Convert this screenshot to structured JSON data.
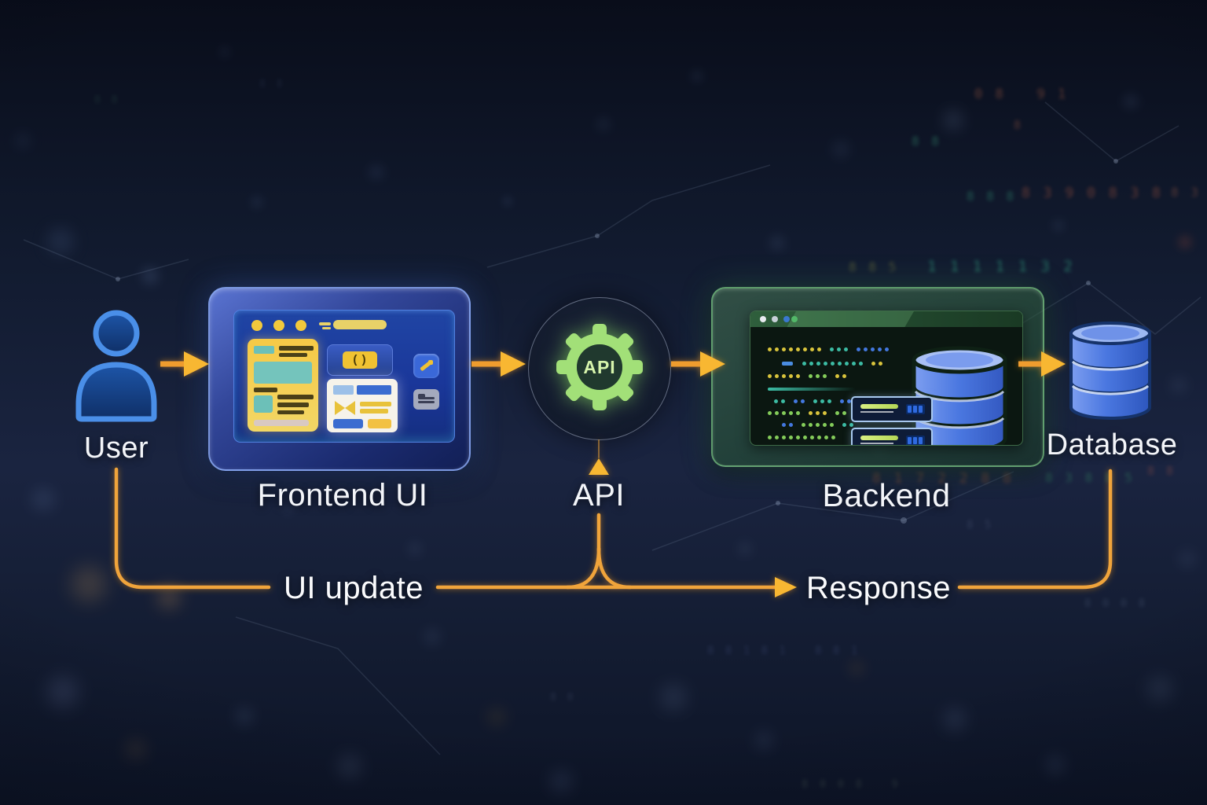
{
  "diagram": {
    "nodes": [
      {
        "id": "user",
        "label": "User"
      },
      {
        "id": "frontend",
        "label": "Frontend UI"
      },
      {
        "id": "api",
        "label": "API",
        "icon_text": "API"
      },
      {
        "id": "backend",
        "label": "Backend"
      },
      {
        "id": "database",
        "label": "Database"
      }
    ],
    "flows": {
      "ui_update_label": "UI update",
      "response_label": "Response"
    },
    "colors": {
      "arrow_orange": "#F5A623",
      "api_green": "#9EDD70",
      "frontend_blue": "#2C418F",
      "backend_green": "#2E5C3A",
      "database_blue": "#4A77E0",
      "label_text": "#F3F5F9"
    }
  }
}
